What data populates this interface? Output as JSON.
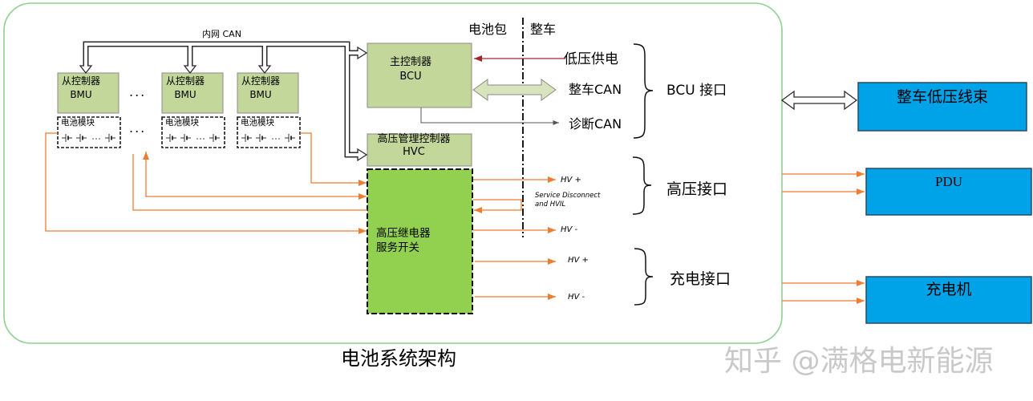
{
  "diagram": {
    "title": "电池系统架构",
    "watermark": "知乎 @满格电新能源",
    "zones": {
      "battery_pack": "电池包",
      "vehicle": "整车"
    },
    "internal_can": "内网 CAN",
    "ellipsis": "...",
    "slave_controllers": [
      {
        "name": "从控制器",
        "code": "BMU",
        "module": "电池模块"
      },
      {
        "name": "从控制器",
        "code": "BMU",
        "module": "电池模块"
      },
      {
        "name": "从控制器",
        "code": "BMU",
        "module": "电池模块"
      }
    ],
    "master_controller": {
      "name": "主控制器",
      "code": "BCU"
    },
    "hv_controller": {
      "name": "高压管理控制器",
      "code": "HVC"
    },
    "relay_unit": {
      "line1": "高压继电器",
      "line2": "服务开关"
    },
    "signals": {
      "low_voltage_supply": "低压供电",
      "vehicle_can": "整车CAN",
      "diagnostic_can": "诊断CAN",
      "hv_plus": "HV +",
      "service_disconnect": "Service Disconnect",
      "service_disconnect_2": "and HVIL",
      "hv_minus": "HV -",
      "charge_hv_plus": "HV +",
      "charge_hv_minus": "HV -"
    },
    "interfaces": {
      "bcu": "BCU 接口",
      "high_voltage": "高压接口",
      "charging": "充电接口"
    },
    "external_units": {
      "harness": "整车低压线束",
      "pdu": "PDU",
      "charger": "充电机"
    },
    "colors": {
      "frame": "#8fd08f",
      "controller": "#c4d79b",
      "relay": "#92d050",
      "external": "#00a2e8",
      "high_voltage": "#ed7d31",
      "low_voltage": "#a0282d",
      "vehicle_can_arrow": "#d8e4bc"
    }
  }
}
